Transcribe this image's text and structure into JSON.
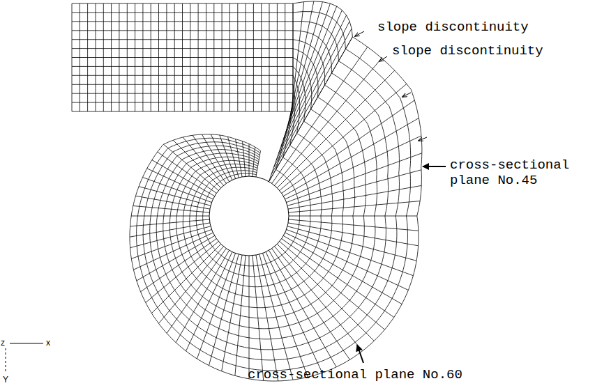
{
  "diagram": {
    "labels": [
      "slope discontinuity",
      "slope discontinuity",
      "cross-sectional plane No.45",
      "cross-sectional plane No.60",
      "z",
      "x",
      "Y"
    ]
  }
}
